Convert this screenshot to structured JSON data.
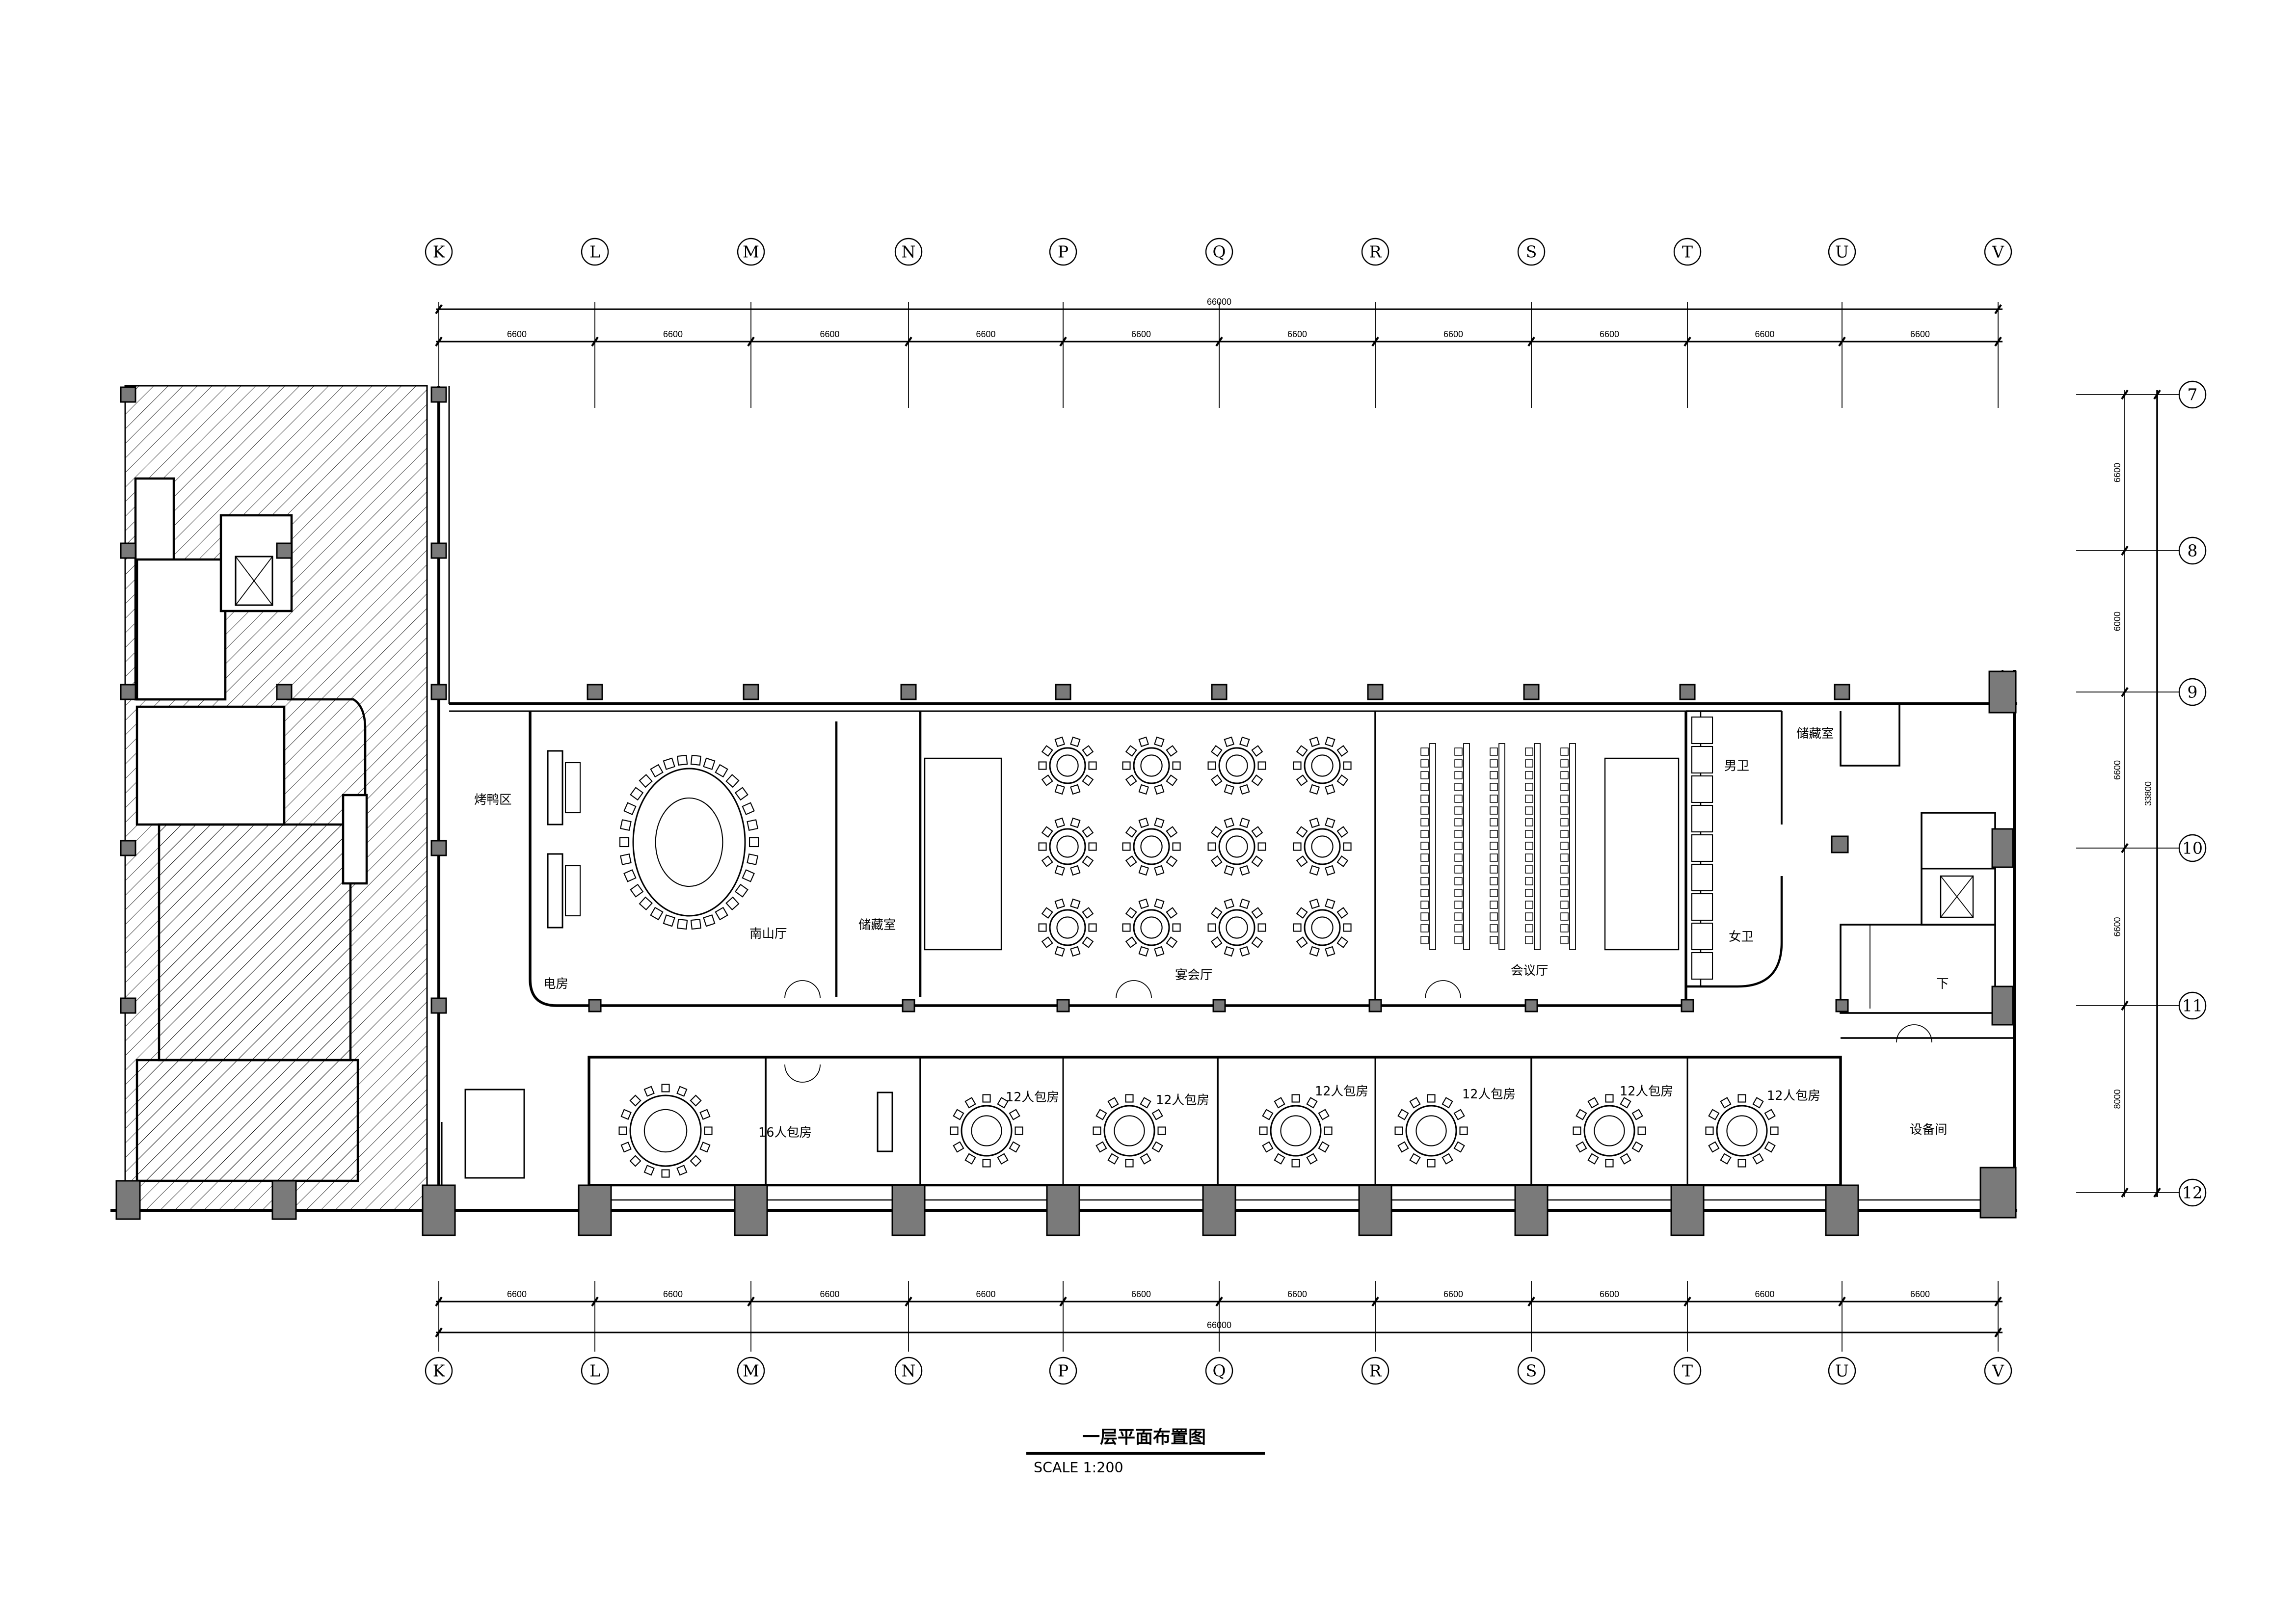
{
  "axes": {
    "columns": [
      "K",
      "L",
      "M",
      "N",
      "P",
      "Q",
      "R",
      "S",
      "T",
      "U",
      "V"
    ],
    "rows": [
      "7",
      "8",
      "9",
      "10",
      "11",
      "12"
    ]
  },
  "dimensions": {
    "horizontal_segments": [
      "6600",
      "6600",
      "6600",
      "6600",
      "6600",
      "6600",
      "6600",
      "6600",
      "6600",
      "6600"
    ],
    "horizontal_total": "66000",
    "vertical_segments": [
      "6600",
      "6000",
      "6600",
      "6600",
      "8000"
    ],
    "vertical_total": "33800"
  },
  "rooms": {
    "roast_duck": "烤鸭区",
    "nanshan_hall": "南山厅",
    "storage_1": "储藏室",
    "banquet_hall": "宴会厅",
    "conference_hall": "会议厅",
    "mens_wc": "男卫",
    "womens_wc": "女卫",
    "storage_2": "储藏室",
    "electrical_room": "电房",
    "private_16": "16人包房",
    "private_12": [
      "12人包房",
      "12人包房",
      "12人包房",
      "12人包房",
      "12人包房",
      "12人包房"
    ],
    "equipment_room": "设备间",
    "stair_down": "下"
  },
  "title": {
    "name": "一层平面布置图",
    "scale": "SCALE 1:200"
  },
  "colors": {
    "line": "#000000",
    "column": "#7a7a7a",
    "door": "#808080"
  }
}
